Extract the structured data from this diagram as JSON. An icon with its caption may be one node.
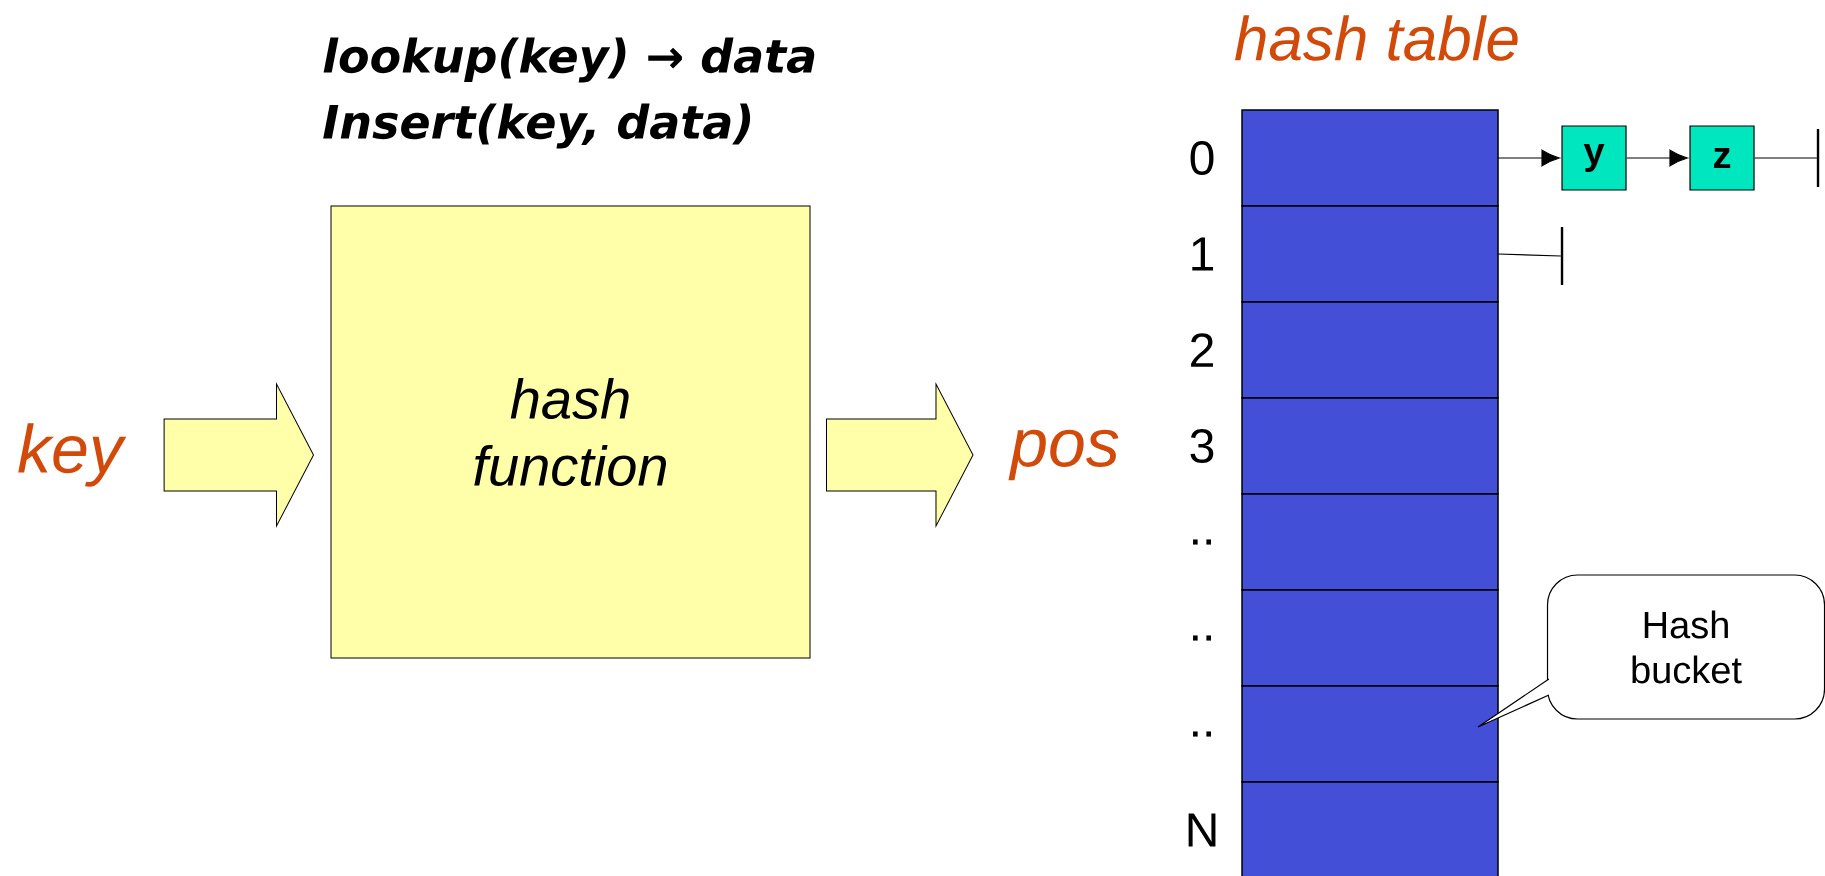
{
  "diagram": {
    "nodes": [
      {
        "text": [
          "key"
        ]
      },
      {
        "text": [
          "hash function"
        ]
      },
      {
        "text": [
          "pos"
        ]
      },
      {
        "text": [],
        "shape": "box",
        "beside": [
          "0"
        ]
      },
      {
        "text": [],
        "shape": "box",
        "beside": [
          "1"
        ]
      },
      {
        "text": [],
        "shape": "box",
        "beside": [
          "2"
        ]
      },
      {
        "text": [],
        "shape": "box",
        "beside": [
          "3"
        ]
      },
      {
        "text": [],
        "shape": "box",
        "beside": [
          ".."
        ]
      },
      {
        "text": [],
        "shape": "box",
        "beside": [
          ".."
        ]
      },
      {
        "text": [],
        "shape": "box",
        "beside": [
          ".."
        ]
      },
      {
        "text": [],
        "shape": "box",
        "beside": [
          "N"
        ]
      },
      {
        "text": [
          "y"
        ]
      },
      {
        "text": [
          "z"
        ]
      },
      {
        "text": [
          "Hash bucket"
        ]
      },
      {
        "text": [],
        "shape": "bar"
      },
      {
        "text": [],
        "shape": "bar"
      }
    ],
    "edges": [
      {
        "from": 0,
        "to": 1,
        "arrow": "to",
        "style": "thick",
        "color": "#ffffaa"
      },
      {
        "from": 1,
        "to": 2,
        "arrow": "to",
        "style": "thick",
        "color": "#ffffaa"
      },
      {
        "from": 3,
        "to": 11,
        "arrow": "to"
      },
      {
        "from": 11,
        "to": 12,
        "arrow": "to"
      },
      {
        "from": 12,
        "to": 14,
        "arrow": "none"
      },
      {
        "from": 4,
        "to": 15,
        "arrow": "none"
      },
      {
        "from": 13,
        "to": 9,
        "arrow": "none"
      }
    ],
    "labels": [
      "lookup(key) → data",
      "Insert(key, data)",
      "hash table"
    ]
  }
}
